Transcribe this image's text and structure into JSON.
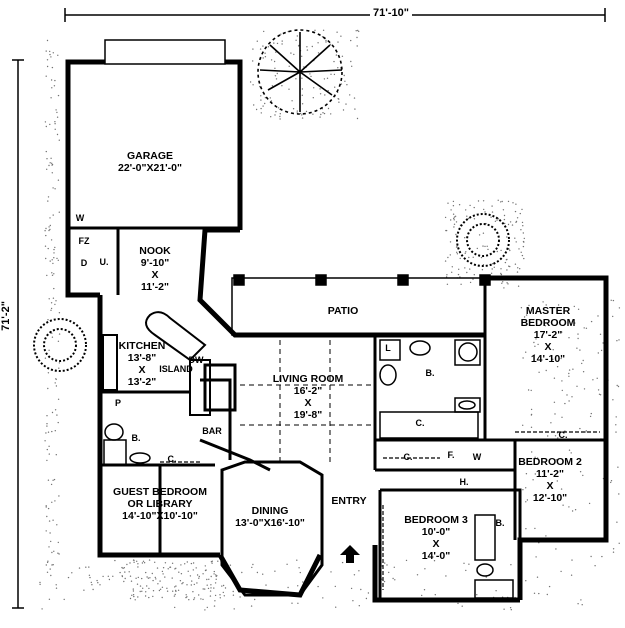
{
  "dimensions": {
    "width": "71'-10\"",
    "depth": "71'-2\""
  },
  "rooms": {
    "garage": {
      "name": "GARAGE",
      "size": "22'-0\"X21'-0\""
    },
    "nook": {
      "name": "NOOK",
      "w": "9'-10\"",
      "x": "X",
      "d": "11'-2\""
    },
    "kitchen": {
      "name": "KITCHEN",
      "w": "13'-8\"",
      "x": "X",
      "d": "13'-2\""
    },
    "patio": {
      "name": "PATIO"
    },
    "master": {
      "name1": "MASTER",
      "name2": "BEDROOM",
      "w": "17'-2\"",
      "x": "X",
      "d": "14'-10\""
    },
    "living": {
      "name": "LIVING ROOM",
      "w": "16'-2\"",
      "x": "X",
      "d": "19'-8\""
    },
    "bedroom2": {
      "name": "BEDROOM 2",
      "w": "11'-2\"",
      "x": "X",
      "d": "12'-10\""
    },
    "guest": {
      "name1": "GUEST BEDROOM",
      "name2": "OR LIBRARY",
      "size": "14'-10\"X10'-10\""
    },
    "dining": {
      "name": "DINING",
      "size": "13'-0\"X16'-10\""
    },
    "entry": {
      "name": "ENTRY"
    },
    "bedroom3": {
      "name": "BEDROOM 3",
      "w": "10'-0\"",
      "x": "X",
      "d": "14'-0\""
    }
  },
  "fixtures": {
    "island": "ISLAND",
    "dw": "DW",
    "bar": "BAR",
    "u": "U.",
    "w": "W",
    "fz": "FZ",
    "d": "D",
    "p": "P",
    "b": "B.",
    "c": "C.",
    "l": "L",
    "h": "H.",
    "f": "F."
  }
}
